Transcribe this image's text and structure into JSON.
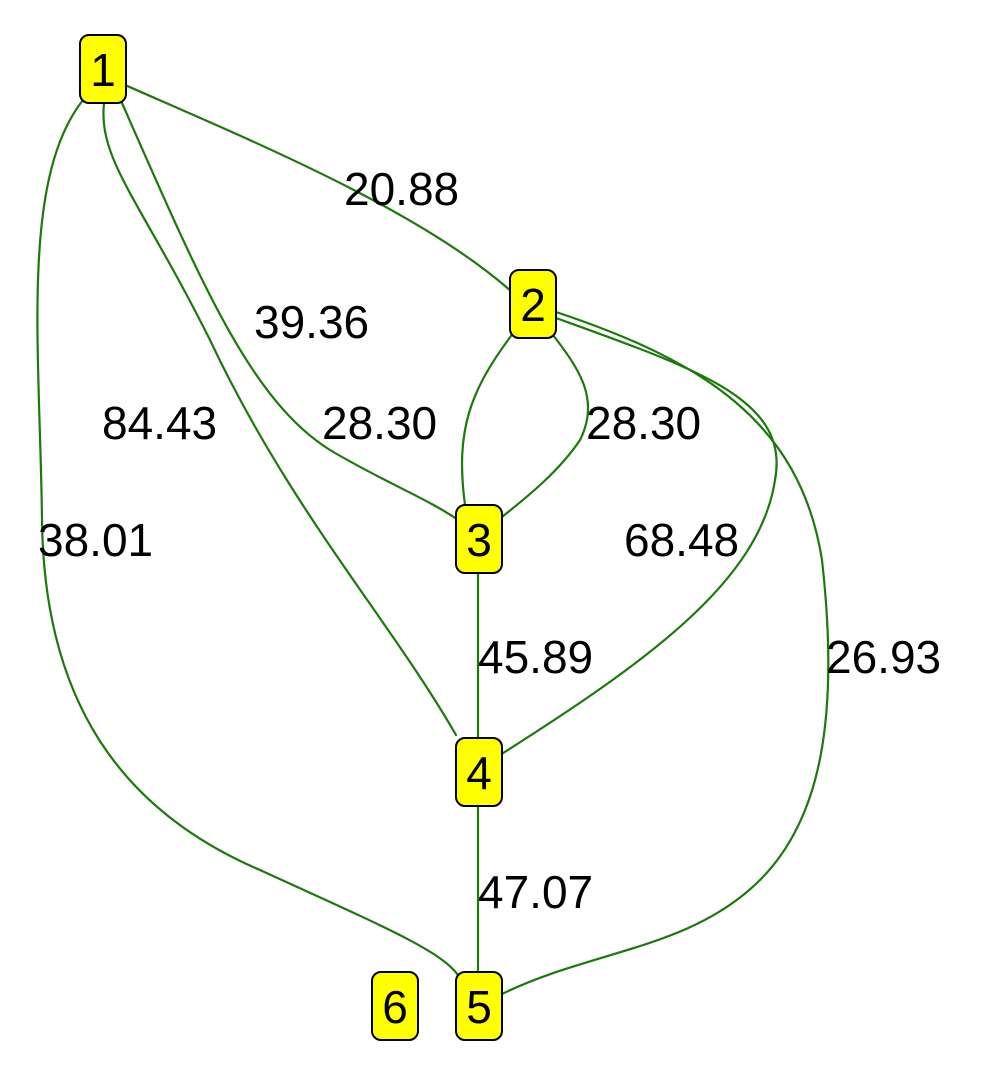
{
  "graph": {
    "colors": {
      "node_fill": "#ffff00",
      "node_border": "#000000",
      "edge": "#1a7a0a",
      "label": "#000000"
    },
    "nodes": [
      {
        "id": "1",
        "label": "1"
      },
      {
        "id": "2",
        "label": "2"
      },
      {
        "id": "3",
        "label": "3"
      },
      {
        "id": "4",
        "label": "4"
      },
      {
        "id": "5",
        "label": "5"
      },
      {
        "id": "6",
        "label": "6"
      }
    ],
    "edges": [
      {
        "id": "e-1-2",
        "source": "1",
        "target": "2",
        "label": "20.88"
      },
      {
        "id": "e-1-3",
        "source": "1",
        "target": "3",
        "label": "39.36"
      },
      {
        "id": "e-1-4",
        "source": "1",
        "target": "4",
        "label": "84.43"
      },
      {
        "id": "e-1-5",
        "source": "1",
        "target": "5",
        "label": "38.01"
      },
      {
        "id": "e-2-3-a",
        "source": "2",
        "target": "3",
        "label": "28.30"
      },
      {
        "id": "e-2-3-b",
        "source": "2",
        "target": "3",
        "label": "28.30"
      },
      {
        "id": "e-2-4",
        "source": "2",
        "target": "4",
        "label": "68.48"
      },
      {
        "id": "e-2-5",
        "source": "2",
        "target": "5",
        "label": "26.93"
      },
      {
        "id": "e-3-4",
        "source": "3",
        "target": "4",
        "label": "45.89"
      },
      {
        "id": "e-4-5",
        "source": "4",
        "target": "5",
        "label": "47.07"
      }
    ]
  }
}
